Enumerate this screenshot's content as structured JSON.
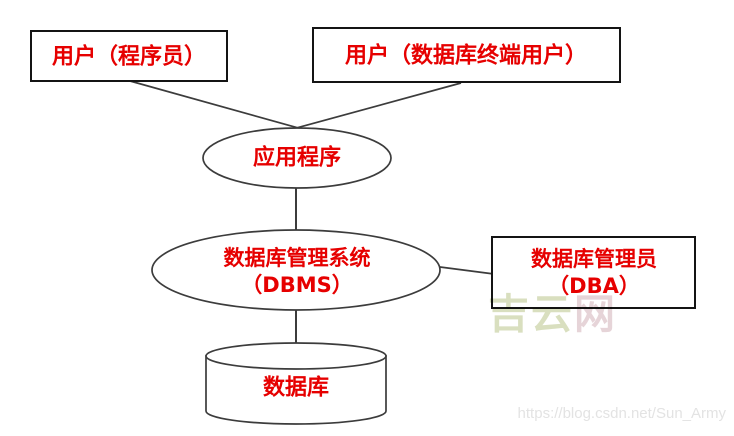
{
  "diagram": {
    "type": "database-system-architecture",
    "nodes": {
      "user_programmer": {
        "shape": "rectangle",
        "label": "用户（程序员）"
      },
      "user_terminal": {
        "shape": "rectangle",
        "label": "用户（数据库终端用户）"
      },
      "application": {
        "shape": "ellipse",
        "label": "应用程序"
      },
      "dbms": {
        "shape": "ellipse",
        "line1": "数据库管理系统",
        "line2": "（DBMS）"
      },
      "dba": {
        "shape": "rectangle",
        "line1": "数据库管理员",
        "line2": "（DBA）"
      },
      "database": {
        "shape": "cylinder",
        "label": "数据库"
      }
    },
    "edges": [
      {
        "from": "user_programmer",
        "to": "application"
      },
      {
        "from": "user_terminal",
        "to": "application"
      },
      {
        "from": "application",
        "to": "dbms"
      },
      {
        "from": "dbms",
        "to": "database"
      },
      {
        "from": "dbms",
        "to": "dba"
      }
    ],
    "colors": {
      "label_text": "#e60000",
      "shape_stroke": "#3c3c3c",
      "box_border": "#141414",
      "background": "#ffffff",
      "watermark_logo_green": "#d5dcb8",
      "watermark_logo_pink": "#e4d0d4",
      "watermark_url_gray": "#e3e3e3"
    }
  },
  "watermarks": {
    "logo_part1": "吉云",
    "logo_part2": "网",
    "url": "https://blog.csdn.net/Sun_Army"
  }
}
